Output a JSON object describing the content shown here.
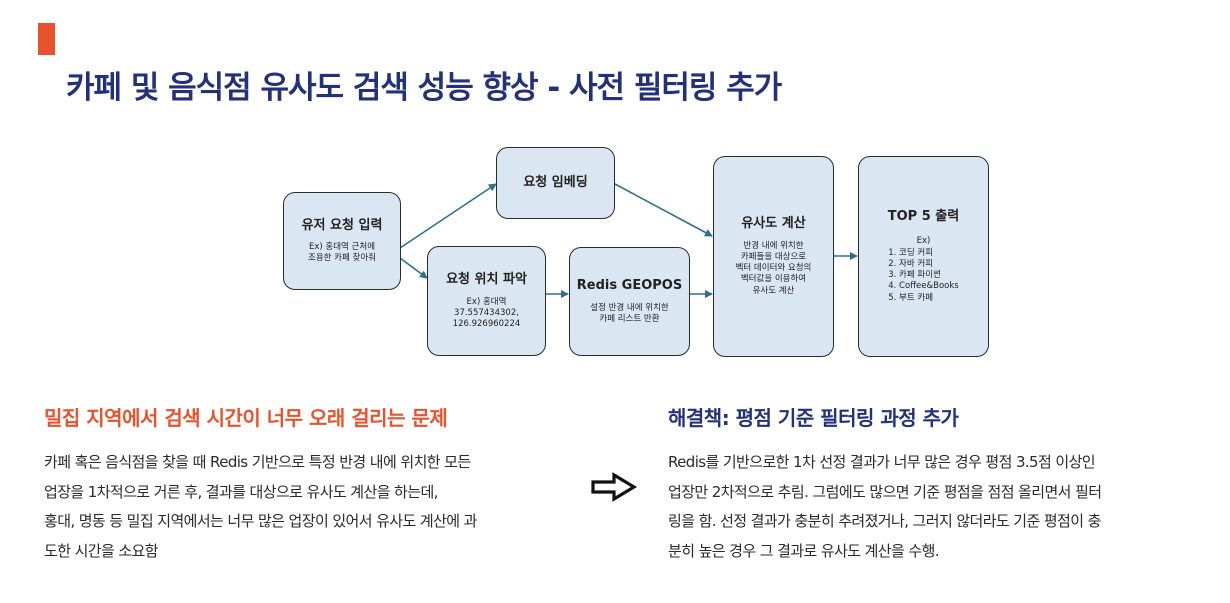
{
  "title": "카페 및 음식점 유사도 검색 성능 향상 - 사전 필터링 추가",
  "colors": {
    "accent": "#e8532d",
    "navy": "#23307a",
    "node_fill": "#dbe6f3",
    "arrow": "#2e6f8e"
  },
  "diagram": {
    "user_input": {
      "title": "유저 요청 입력",
      "sub": [
        "Ex) 홍대역 근처에",
        "조용한 카페 찾아줘"
      ]
    },
    "embedding": {
      "title": "요청 임베딩"
    },
    "location": {
      "title": "요청 위치 파악",
      "sub": [
        "Ex) 홍대역",
        "37.557434302,",
        "126.926960224"
      ]
    },
    "geopos": {
      "title": "Redis GEOPOS",
      "sub": [
        "설정 반경 내에 위치한",
        "카페 리스트 반환"
      ]
    },
    "similarity": {
      "title": "유사도 계산",
      "sub": [
        "반경 내에 위치한",
        "카페들을 대상으로",
        "벡터 데이터와 요청의",
        "벡터값을 이용하여",
        "유사도 계산"
      ]
    },
    "top5": {
      "title": "TOP 5 출력",
      "ex": "Ex)",
      "items": [
        "1.  코딩 커피",
        "2.  자바 커피",
        "3.  카페 파이썬",
        "4.  Coffee&Books",
        "5.  부트 카페"
      ]
    }
  },
  "problem": {
    "heading": "밀집 지역에서 검색 시간이 너무 오래 걸리는 문제",
    "lines": [
      "카페 혹은 음식점을 찾을 때 Redis 기반으로 특정 반경 내에 위치한 모든",
      "업장을 1차적으로 거른 후, 결과를 대상으로 유사도 계산을 하는데,",
      "홍대, 명동 등 밀집 지역에서는 너무 많은 업장이 있어서 유사도 계산에 과",
      "도한 시간을 소요함"
    ]
  },
  "solution": {
    "heading": "해결책: 평점 기준 필터링 과정 추가",
    "lines": [
      "Redis를 기반으로한 1차 선정 결과가 너무 많은 경우 평점 3.5점 이상인",
      "업장만 2차적으로 추림. 그럼에도 많으면 기준 평점을 점점 올리면서 필터",
      "링을 함. 선정 결과가 충분히 추려졌거나, 그러지 않더라도 기준 평점이 충",
      "분히 높은 경우 그 결과로 유사도 계산을 수행."
    ]
  },
  "icons": {
    "transition_arrow": "right-outline-arrow-icon"
  }
}
